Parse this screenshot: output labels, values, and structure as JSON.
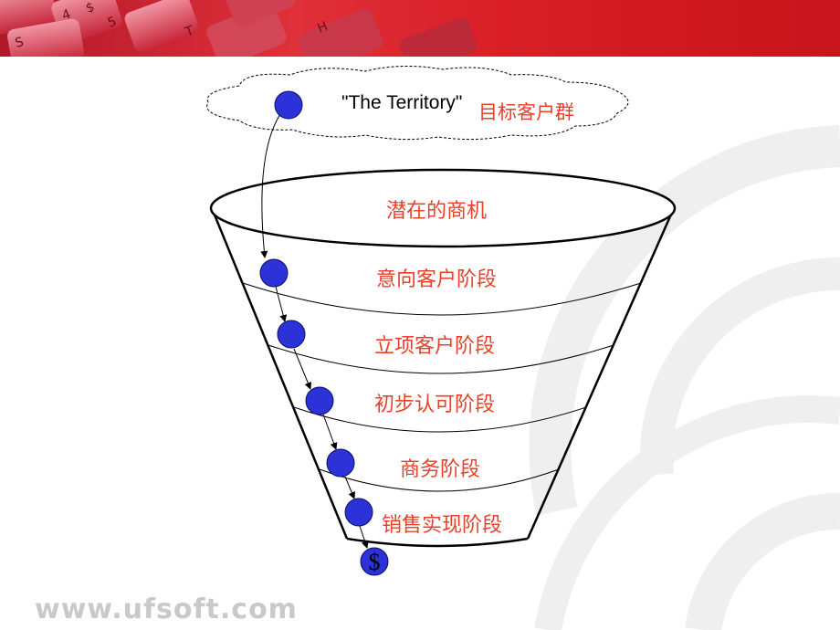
{
  "territory": {
    "label": "\"The Territory\"",
    "label_cn": "目标客户群"
  },
  "funnel": {
    "stages": [
      "潜在的商机",
      "意向客户阶段",
      "立项客户阶段",
      "初步认可阶段",
      "商务阶段",
      "销售实现阶段"
    ],
    "end_symbol": "$"
  },
  "footer": {
    "watermark": "www.ufsoft.com"
  },
  "colors": {
    "banner_red": "#d81f2a",
    "stage_text": "#e8402a",
    "marker_fill": "#2b32d8",
    "watermark": "#c9c9c9"
  }
}
